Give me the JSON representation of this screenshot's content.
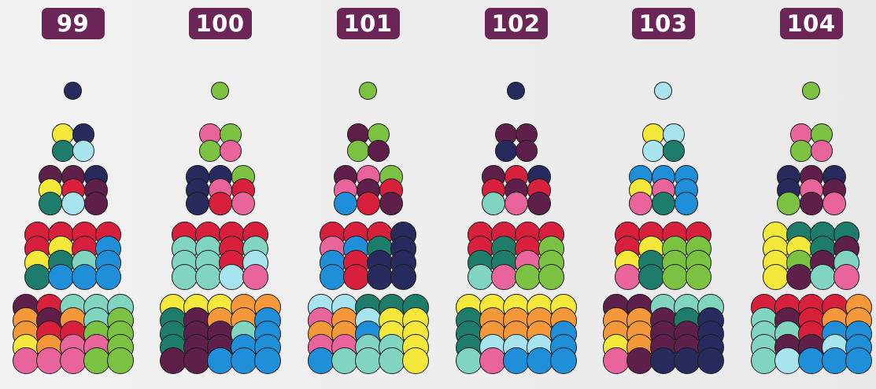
{
  "colors": {
    "N": "#262a5c",
    "G": "#7cc242",
    "L": "#a8e4ee",
    "Y": "#f4e93b",
    "T": "#1e7d6a",
    "P": "#e8649b",
    "M": "#5e1f4a",
    "R": "#d81f3c",
    "B": "#1f8fd9",
    "O": "#f4983a",
    "A": "#80d4c0"
  },
  "puzzles": [
    {
      "number": "99",
      "tiers": [
        {
          "cols": 1,
          "rows": [
            "N"
          ]
        },
        {
          "cols": 2,
          "rows": [
            "YN",
            "TL"
          ]
        },
        {
          "cols": 3,
          "rows": [
            "MMN",
            "YRM",
            "TLM"
          ]
        },
        {
          "cols": 4,
          "rows": [
            "RRRR",
            "RYRB",
            "YTAB",
            "TBBB"
          ]
        },
        {
          "cols": 5,
          "rows": [
            "MRAAA",
            "OMOAG",
            "ORRGG",
            "YOPPG",
            "PPPGG"
          ]
        }
      ]
    },
    {
      "number": "100",
      "tiers": [
        {
          "cols": 1,
          "rows": [
            "G"
          ]
        },
        {
          "cols": 2,
          "rows": [
            "PG",
            "GP"
          ]
        },
        {
          "cols": 3,
          "rows": [
            "NNG",
            "NPR",
            "NRP"
          ]
        },
        {
          "cols": 4,
          "rows": [
            "RRRR",
            "AARA",
            "AARL",
            "AALP"
          ]
        },
        {
          "cols": 5,
          "rows": [
            "YYYOO",
            "TMOOB",
            "TMMAB",
            "TMMBB",
            "MMBBB"
          ]
        }
      ]
    },
    {
      "number": "101",
      "tiers": [
        {
          "cols": 1,
          "rows": [
            "G"
          ]
        },
        {
          "cols": 2,
          "rows": [
            "MG",
            "GM"
          ]
        },
        {
          "cols": 3,
          "rows": [
            "MPG",
            "PMR",
            "BRM"
          ]
        },
        {
          "cols": 4,
          "rows": [
            "RRRN",
            "PBTN",
            "BRNN",
            "BRNN"
          ]
        },
        {
          "cols": 5,
          "rows": [
            "LLTTT",
            "POLYY",
            "OOBYY",
            "PPAAY",
            "BAAAY"
          ]
        }
      ]
    },
    {
      "number": "102",
      "tiers": [
        {
          "cols": 1,
          "rows": [
            "N"
          ]
        },
        {
          "cols": 2,
          "rows": [
            "MM",
            "NM"
          ]
        },
        {
          "cols": 3,
          "rows": [
            "MRN",
            "RMR",
            "APM"
          ]
        },
        {
          "cols": 4,
          "rows": [
            "RRRR",
            "RTRG",
            "TTPG",
            "APGG"
          ]
        },
        {
          "cols": 5,
          "rows": [
            "YYYYY",
            "TOOOO",
            "TOOOB",
            "TLLLB",
            "APBBB"
          ]
        }
      ]
    },
    {
      "number": "103",
      "tiers": [
        {
          "cols": 1,
          "rows": [
            "L"
          ]
        },
        {
          "cols": 2,
          "rows": [
            "YL",
            "LT"
          ]
        },
        {
          "cols": 3,
          "rows": [
            "BBB",
            "YPB",
            "PTB"
          ]
        },
        {
          "cols": 4,
          "rows": [
            "RRRR",
            "RYGG",
            "YTGG",
            "PTGG"
          ]
        },
        {
          "cols": 5,
          "rows": [
            "MMAAA",
            "OOMTN",
            "OOMMN",
            "YOMMN",
            "PMNNN"
          ]
        }
      ]
    },
    {
      "number": "104",
      "tiers": [
        {
          "cols": 1,
          "rows": [
            "G"
          ]
        },
        {
          "cols": 2,
          "rows": [
            "PG",
            "GP"
          ]
        },
        {
          "cols": 3,
          "rows": [
            "NMN",
            "NPM",
            "GMP"
          ]
        },
        {
          "cols": 4,
          "rows": [
            "YTTT",
            "YYTM",
            "YGMA",
            "YMAP"
          ]
        },
        {
          "cols": 5,
          "rows": [
            "RRRRO",
            "AMROO",
            "AARBB",
            "AMMLB",
            "ALBBB"
          ]
        }
      ]
    }
  ]
}
